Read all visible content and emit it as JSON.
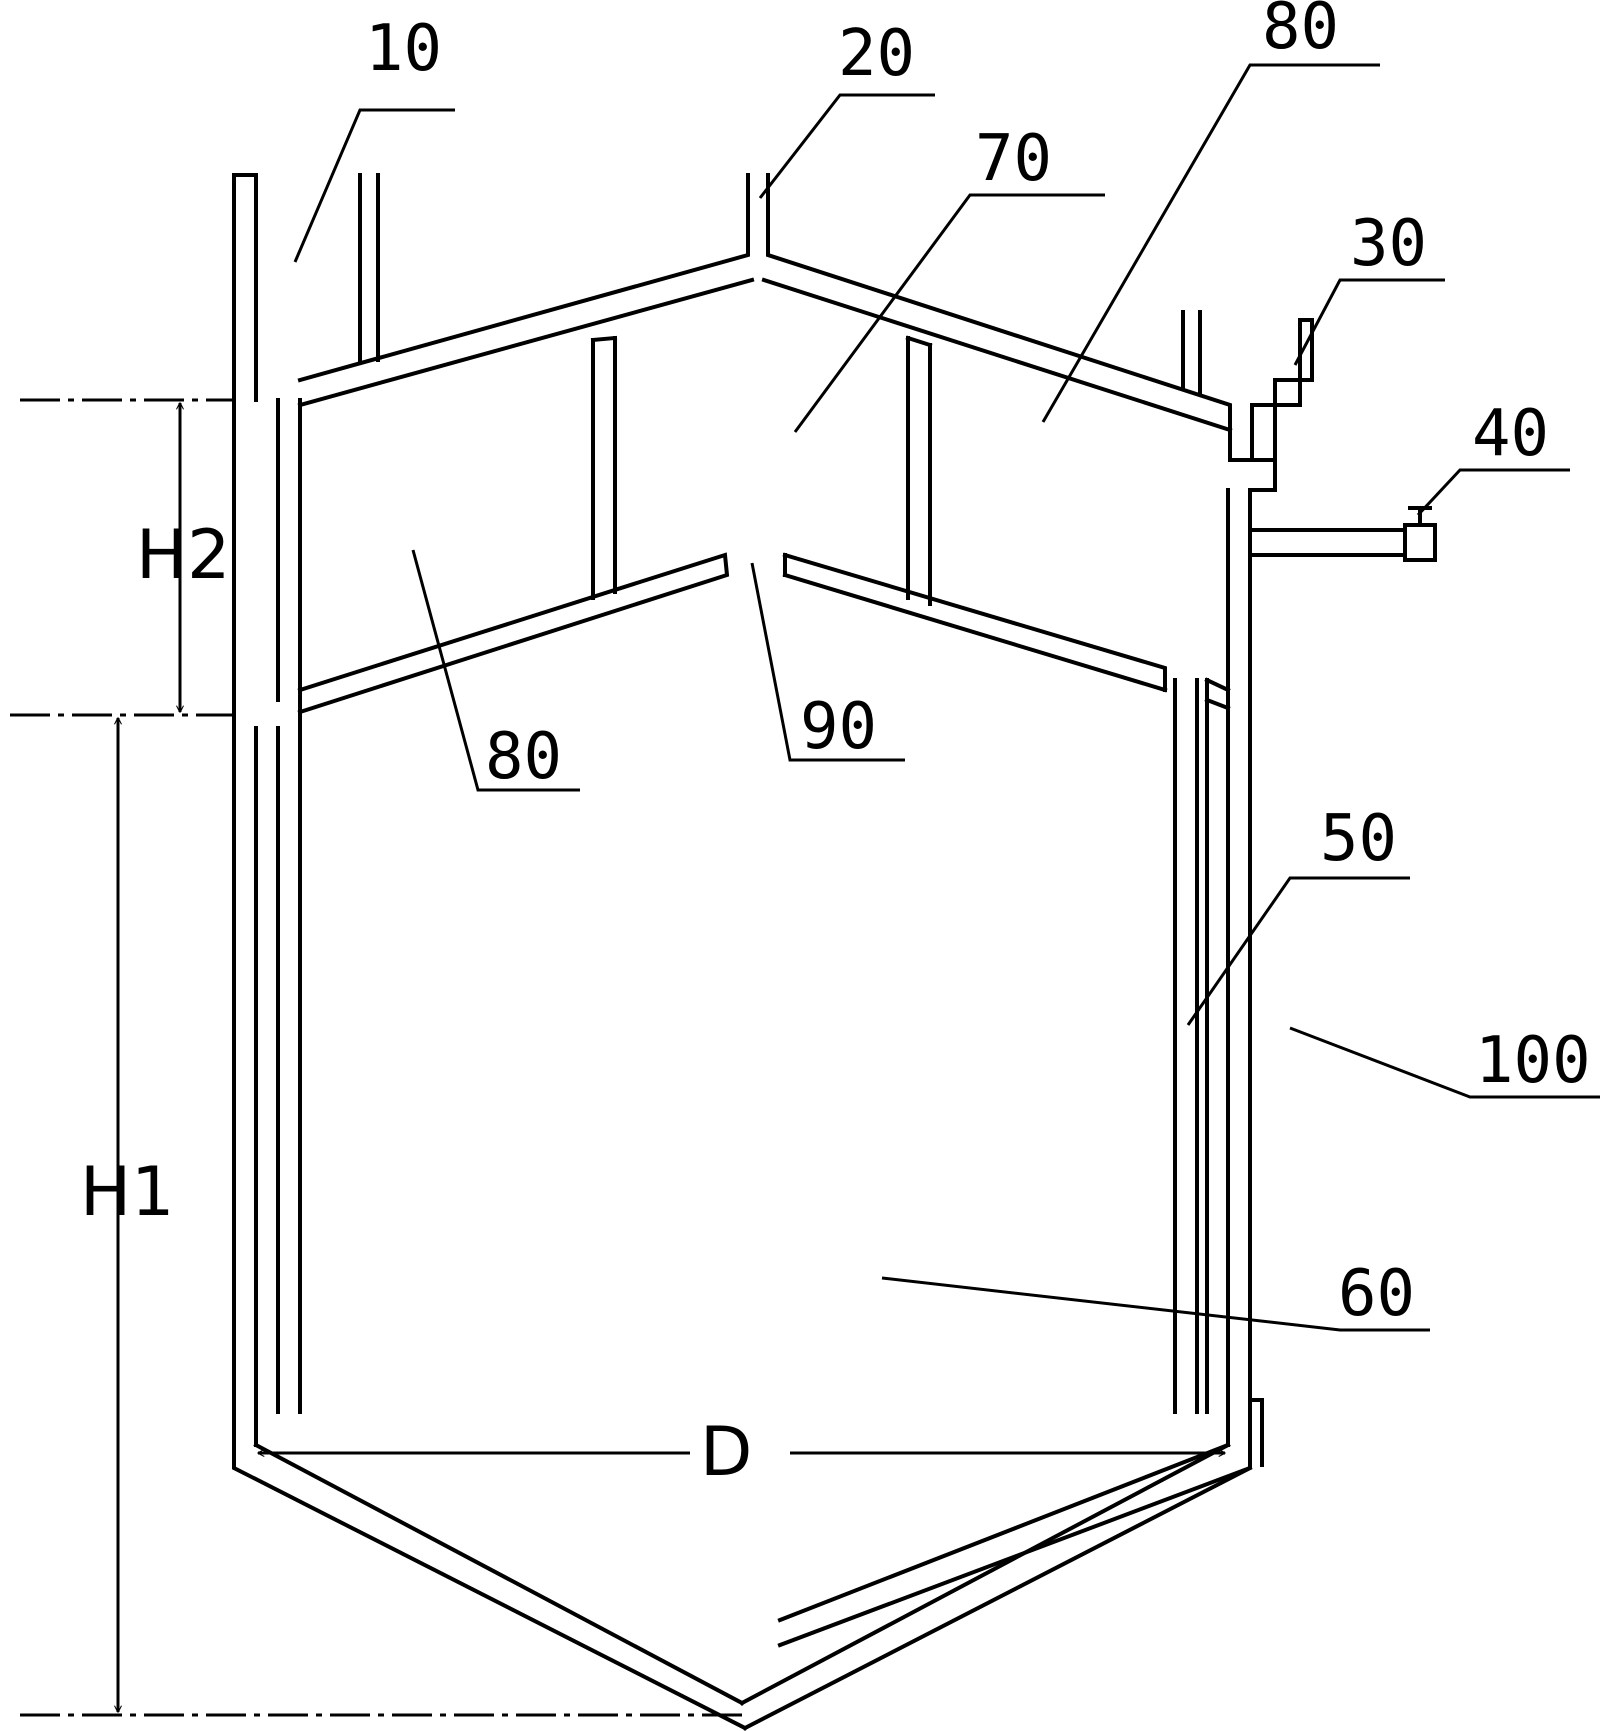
{
  "labels": {
    "l10": "10",
    "l20": "20",
    "l30": "30",
    "l40": "40",
    "l50": "50",
    "l60": "60",
    "l70": "70",
    "l80_top": "80",
    "l80_mid": "80",
    "l90": "90",
    "l100": "100"
  },
  "dimensions": {
    "h1": "H1",
    "h2": "H2",
    "d": "D"
  }
}
